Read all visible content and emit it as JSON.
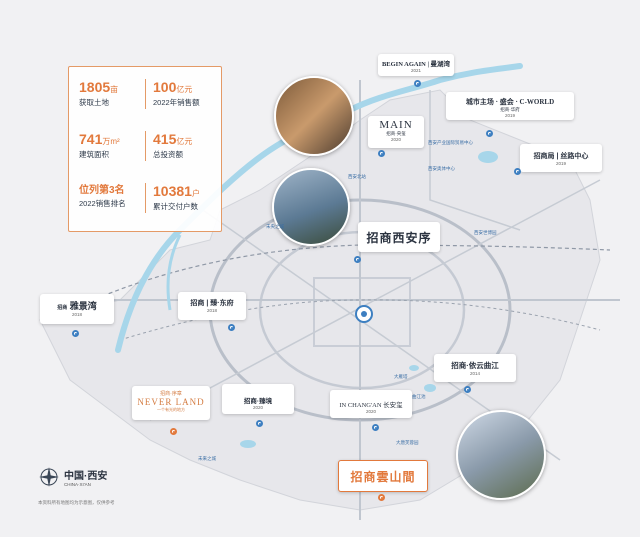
{
  "stats": [
    {
      "value": "1805",
      "unit": "亩",
      "label": "获取土地"
    },
    {
      "value": "100",
      "unit": "亿元",
      "label": "2022年销售额"
    },
    {
      "value": "741",
      "unit": "万m²",
      "label": "建筑面积"
    },
    {
      "value": "415",
      "unit": "亿元",
      "label": "总投资额"
    },
    {
      "value": "位列第3名",
      "unit": "",
      "label": "2022销售排名"
    },
    {
      "value": "10381",
      "unit": "户",
      "label": "累计交付户数"
    }
  ],
  "projects": {
    "begin_again": {
      "title": "BEGIN AGAIN | 曼湖湾",
      "year": "2021"
    },
    "main": {
      "title": "MAIN",
      "sub": "招商·央玺",
      "year": "2020"
    },
    "cworld": {
      "title": "城市主场 · 盛会 · C-WORLD",
      "sub": "招商·华府",
      "year": "2019"
    },
    "jiulong": {
      "title": "招商局 | 丝路中心",
      "year": "2019"
    },
    "xian_anxu": {
      "title": "招商西安序"
    },
    "yajingwan": {
      "title": "雅景湾",
      "brand": "招商",
      "year": "2018"
    },
    "dongfu": {
      "title": "招商 | 臻·东府",
      "year": "2018"
    },
    "yiyunqujiang": {
      "title": "招商·依云曲江",
      "year": "2014"
    },
    "never_land": {
      "brand": "招商·序章",
      "title": "NEVER LAND",
      "sub": "一个有光的地方",
      "year": ""
    },
    "feixiang": {
      "title": "招商·臻境",
      "year": "2020"
    },
    "in_changan": {
      "title": "IN CHANG'AN 长安玺",
      "year": "2020"
    },
    "yunshanjian": {
      "title": "招商雲山間"
    }
  },
  "places": [
    "西安北站",
    "西安产业国际贸易中心",
    "西安奥体中心",
    "西安世博园",
    "大雁塔",
    "未央之城",
    "未来之城",
    "曲江池",
    "大唐芙蓉园"
  ],
  "logo": {
    "name": "中国·西安",
    "sub": "CHINA·XI'AN"
  },
  "footnote": "本资料所有地图均为示意图，仅供参考"
}
